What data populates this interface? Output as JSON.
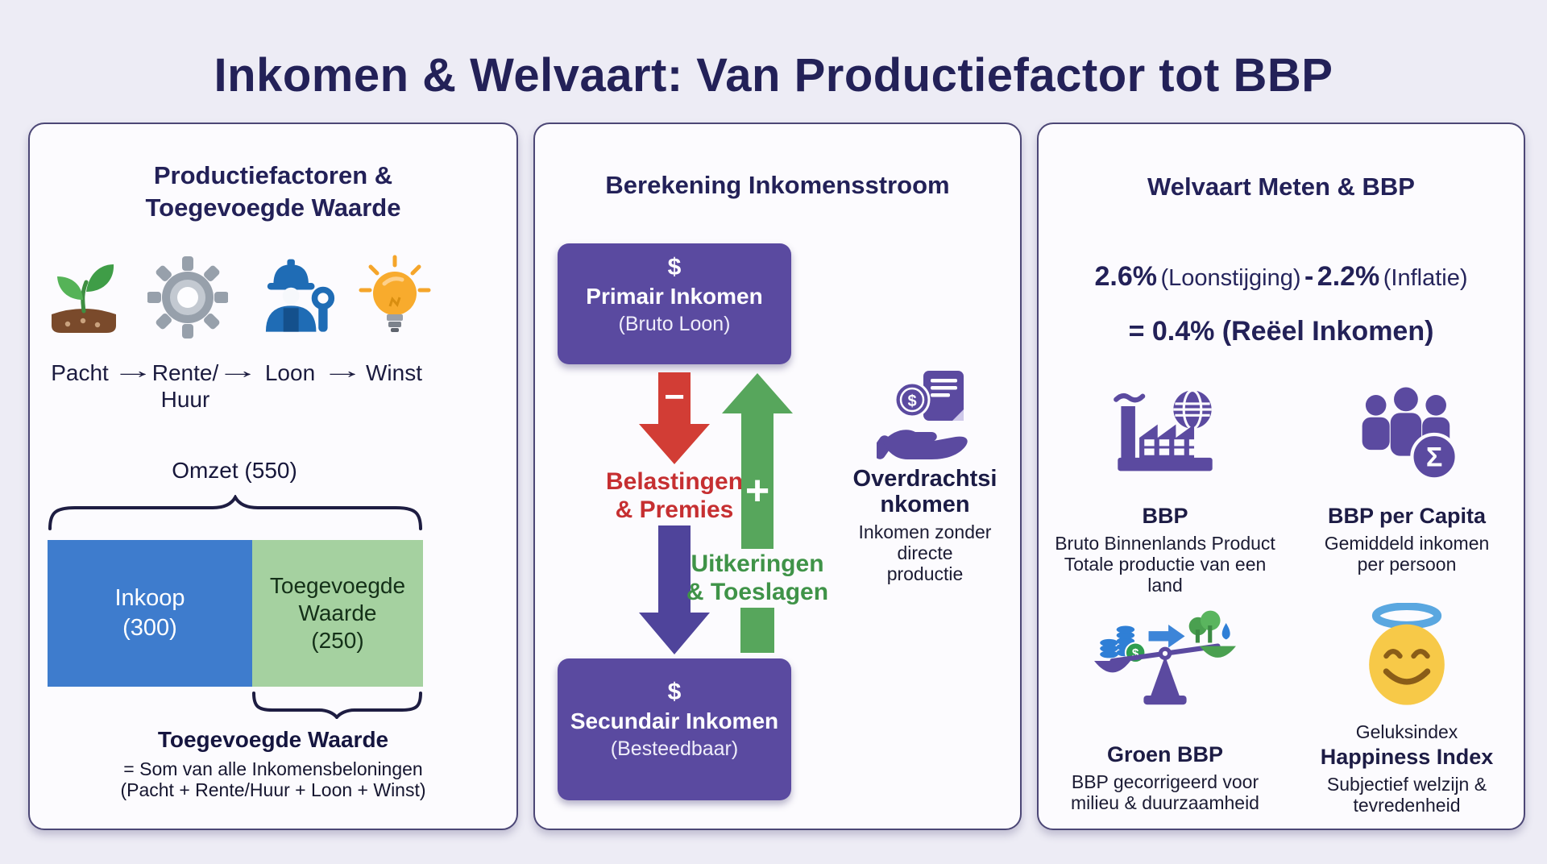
{
  "title": "Inkomen & Welvaart: Van Productiefactor tot BBP",
  "glyphs": {
    "arrow_right": "→",
    "minus": "−",
    "plus": "+",
    "sigma": "Σ",
    "dollar": "$"
  },
  "production": {
    "heading1": "Productiefactoren &",
    "heading2": "Toegevoegde Waarde",
    "factors": [
      {
        "icon": "plant-icon",
        "line1": "Pacht",
        "line2": ""
      },
      {
        "icon": "gear-icon",
        "line1": "Rente/",
        "line2": "Huur"
      },
      {
        "icon": "worker-icon",
        "line1": "Loon",
        "line2": ""
      },
      {
        "icon": "lightbulb-icon",
        "line1": "Winst",
        "line2": ""
      }
    ],
    "omzet_label": "Omzet (550)",
    "bar": {
      "omzet_value": 550,
      "inkoop_value": 300,
      "toegevoegde_waarde_value": 250,
      "inkoop_line1": "Inkoop",
      "inkoop_line2": "(300)",
      "tw_line1": "Toegevoegde",
      "tw_line2": "Waarde",
      "tw_line3": "(250)"
    },
    "footer_title": "Toegevoegde Waarde",
    "footer_line1": "= Som van alle Inkomensbeloningen",
    "footer_line2": "(Pacht + Rente/Huur + Loon + Winst)"
  },
  "income_flow": {
    "heading": "Berekening Inkomensstroom",
    "primary": {
      "symbol": "$",
      "title": "Primair Inkomen",
      "subtitle": "(Bruto Loon)"
    },
    "taxes_line1": "Belastingen",
    "taxes_line2": "& Premies",
    "benefits_line1": "Uitkeringen",
    "benefits_line2": "& Toeslagen",
    "transfer_title1": "Overdrachtsi",
    "transfer_title2": "nkomen",
    "transfer_desc": "Inkomen zonder directe productie",
    "secondary": {
      "symbol": "$",
      "title": "Secundair Inkomen",
      "subtitle": "(Besteedbaar)"
    }
  },
  "welfare": {
    "heading": "Welvaart Meten & BBP",
    "formula": {
      "wage_value": "2.6%",
      "wage_label": "(Loonstijging)",
      "operator": "-",
      "inflation_value": "2.2%",
      "inflation_label": "(Inflatie)",
      "result": "= 0.4% (Reëel Inkomen)"
    },
    "items": [
      {
        "icon": "factory-globe-icon",
        "pre_label": "",
        "title": "BBP",
        "desc1": "Bruto Binnenlands Product",
        "desc2": "Totale productie van een land"
      },
      {
        "icon": "people-sigma-icon",
        "pre_label": "",
        "title": "BBP per Capita",
        "desc1": "Gemiddeld inkomen",
        "desc2": "per persoon"
      },
      {
        "icon": "balance-scale-icon",
        "pre_label": "",
        "title": "Groen BBP",
        "desc1": "BBP gecorrigeerd voor",
        "desc2": "milieu & duurzaamheid"
      },
      {
        "icon": "smiley-halo-icon",
        "pre_label": "Geluksindex",
        "title": "Happiness Index",
        "desc1": "Subjectief welzijn &",
        "desc2": "tevredenheid"
      }
    ]
  },
  "colors": {
    "background": "#edecf5",
    "panel_bg": "#fcfbfe",
    "panel_border": "#4c4776",
    "heading_text": "#232158",
    "purple": "#5a4aa0",
    "red_arrow": "#d23d35",
    "red_text": "#c62f31",
    "green_arrow": "#57a65c",
    "green_text": "#3f9348",
    "blue_bar": "#3e7ccd",
    "green_bar": "#a5d1a0",
    "worker_blue": "#1f6cb5",
    "bulb_orange": "#f5a52a",
    "halo_blue": "#5aa7e0",
    "smiley_yellow": "#f7c948"
  }
}
